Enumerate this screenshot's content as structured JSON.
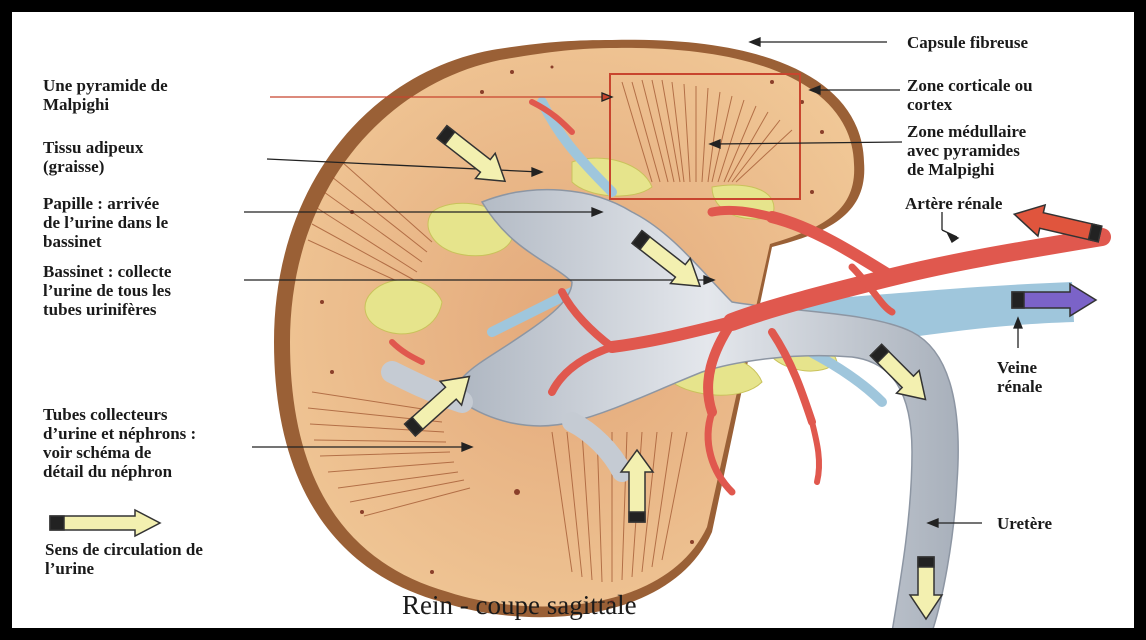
{
  "title": "Rein - coupe sagittale",
  "labels": {
    "capsule": "Capsule fibreuse",
    "pyramide": "Une pyramide de\nMalpighi",
    "zone_corticale": "Zone corticale ou\ncortex",
    "tissu_adipeux": "Tissu adipeux\n(graisse)",
    "zone_medullaire": "Zone médullaire\navec pyramides\nde Malpighi",
    "papille": "Papille : arrivée\nde l’urine dans le\nbassinet",
    "artere": "Artère rénale",
    "bassinet": "Bassinet : collecte\nl’urine de tous les\ntubes urinifères",
    "veine": "Veine\nrénale",
    "tubes": "Tubes collecteurs\nd’urine et néphrons :\nvoir schéma de\ndétail du néphron",
    "uretere": "Uretère",
    "legend": "Sens de circulation de\nl’urine"
  },
  "colors": {
    "cortex": "#e8b883",
    "capsule": "#9a6036",
    "fat": "#e6e48c",
    "artery": "#e0584e",
    "vein": "#9fc6dc",
    "ureter": "#c5cbd3",
    "urine_arrow": "#f3f0b0",
    "artery_arrow": "#e0553d",
    "vein_arrow": "#7b63c8",
    "zoom_box": "#c8452e"
  }
}
